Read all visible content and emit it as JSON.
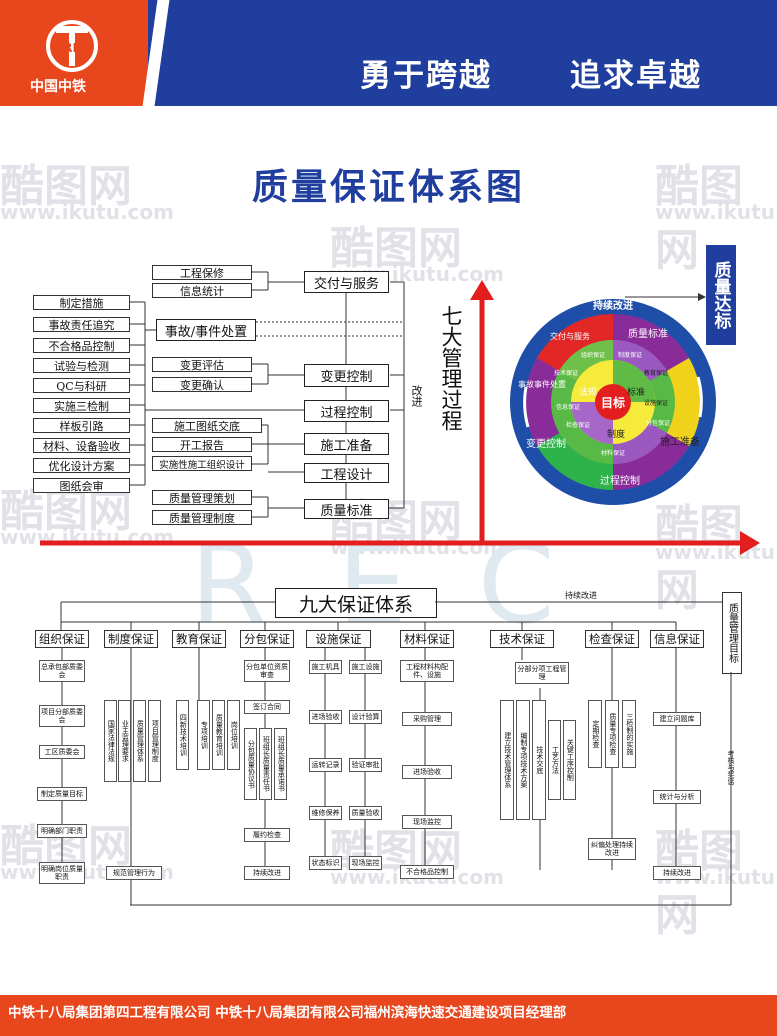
{
  "header": {
    "logo_text": "中国中铁",
    "logo_mark": "CREC",
    "slogan1": "勇于跨越",
    "slogan2": "追求卓越"
  },
  "title": "质量保证体系图",
  "flow": {
    "center_boxes": [
      "交付与服务",
      "事故/事件处置",
      "变更控制",
      "过程控制",
      "施工准备",
      "工程设计",
      "质量标准"
    ],
    "left_items": [
      "制定措施",
      "事故责任追究",
      "不合格品控制",
      "试验与检测",
      "QC与科研",
      "实施三检制",
      "样板引路",
      "材料、设备验收",
      "优化设计方案",
      "图纸会审"
    ],
    "mid_items": [
      "工程保修",
      "信息统计",
      "变更评估",
      "变更确认",
      "施工图纸交底",
      "开工报告",
      "实施性施工组织设计",
      "质量管理策划",
      "质量管理制度"
    ],
    "improve": "改进",
    "seven_label": "七大管理过程",
    "quality_target": "质量达标"
  },
  "wheel": {
    "center": "目标",
    "continuous": "持续改进",
    "segments": [
      "质量标准",
      "施工准备",
      "过程控制",
      "变更控制",
      "事故事件处置",
      "交付与服务"
    ],
    "inner": [
      "法规",
      "标准",
      "制度",
      "材料保证",
      "检查保证",
      "组织保证",
      "制度保证",
      "教育保证",
      "分包保证",
      "技术保证",
      "信息保证",
      "设施保证"
    ]
  },
  "nine": {
    "title": "九大保证体系",
    "continuous": "持续改进",
    "target": "质量管理目标",
    "assess": "考核与奖惩",
    "columns": [
      {
        "name": "组织保证",
        "items": [
          "总承包部质委会",
          "项目分部质委会",
          "工区质委会",
          "制定质量目标",
          "明确部门职责",
          "明确岗位质量职责"
        ]
      },
      {
        "name": "制度保证",
        "items": [
          "项目管理制度",
          "国家法律法规",
          "业主监理要求",
          "质量管理体系",
          "规范管理行为"
        ]
      },
      {
        "name": "教育保证",
        "items": [
          "质量教育培训",
          "专项培训",
          "岗位培训",
          "四新技术培训"
        ]
      },
      {
        "name": "分包保证",
        "items": [
          "分包单位资质审查",
          "签订合同",
          "分包质量协议书",
          "班组长质量责任书",
          "班组长质量承诺书",
          "履约检查",
          "持续改进"
        ]
      },
      {
        "name": "设施保证",
        "items": [
          "施工机具",
          "施工设施",
          "进场验收",
          "设计验算",
          "运转记录",
          "验证审批",
          "维修保养",
          "质量验收",
          "状态标识",
          "现场监控"
        ]
      },
      {
        "name": "材料保证",
        "items": [
          "工程材料构配件、设施",
          "采购管理",
          "进场验收",
          "现场监控",
          "不合格品控制"
        ]
      },
      {
        "name": "技术保证",
        "items": [
          "分部分项工程管理",
          "建立技术管理体系",
          "编制专项技术方案",
          "工艺方法",
          "关键工序控制",
          "技术交底"
        ]
      },
      {
        "name": "检查保证",
        "items": [
          "定期检查",
          "质量专项检查",
          "三检制的实施",
          "纠偏处理持续改进"
        ]
      },
      {
        "name": "信息保证",
        "items": [
          "建立问题库",
          "统计与分析",
          "持续改进"
        ]
      }
    ]
  },
  "footer": {
    "text": "中铁十八局集团第四工程有限公司 中铁十八局集团有限公司福州滨海快速交通建设项目经理部"
  },
  "watermark": {
    "brand": "酷图网",
    "url": "www.ikutu.com",
    "ghost": "R E C"
  },
  "colors": {
    "brand_orange": "#e8461c",
    "brand_blue": "#1f3e9e",
    "arrow_red": "#e21e1e"
  }
}
